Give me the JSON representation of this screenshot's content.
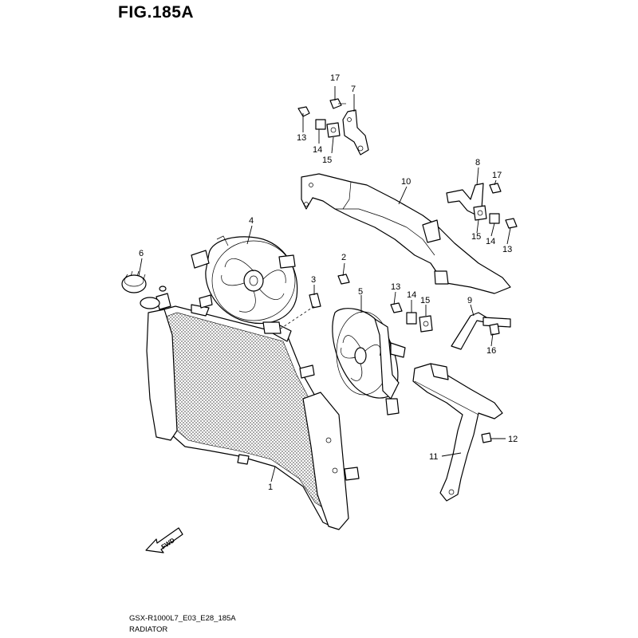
{
  "figure": {
    "title": "FIG.185A",
    "code": "GSX-R1000L7_E03_E28_185A",
    "name": "RADIATOR"
  },
  "direction_arrow": {
    "label": "FWD",
    "icon": "fwd-arrow-icon"
  },
  "callouts": [
    {
      "id": "c1",
      "label": "1"
    },
    {
      "id": "c2",
      "label": "2"
    },
    {
      "id": "c3",
      "label": "3"
    },
    {
      "id": "c4",
      "label": "4"
    },
    {
      "id": "c5",
      "label": "5"
    },
    {
      "id": "c6",
      "label": "6"
    },
    {
      "id": "c7",
      "label": "7"
    },
    {
      "id": "c8",
      "label": "8"
    },
    {
      "id": "c9",
      "label": "9"
    },
    {
      "id": "c10",
      "label": "10"
    },
    {
      "id": "c11",
      "label": "11"
    },
    {
      "id": "c12",
      "label": "12"
    },
    {
      "id": "c13a",
      "label": "13"
    },
    {
      "id": "c14a",
      "label": "14"
    },
    {
      "id": "c15a",
      "label": "15"
    },
    {
      "id": "c17a",
      "label": "17"
    },
    {
      "id": "c17b",
      "label": "17"
    },
    {
      "id": "c15b",
      "label": "15"
    },
    {
      "id": "c14b",
      "label": "14"
    },
    {
      "id": "c13b",
      "label": "13"
    },
    {
      "id": "c13c",
      "label": "13"
    },
    {
      "id": "c14c",
      "label": "14"
    },
    {
      "id": "c15c",
      "label": "15"
    },
    {
      "id": "c16",
      "label": "16"
    }
  ]
}
